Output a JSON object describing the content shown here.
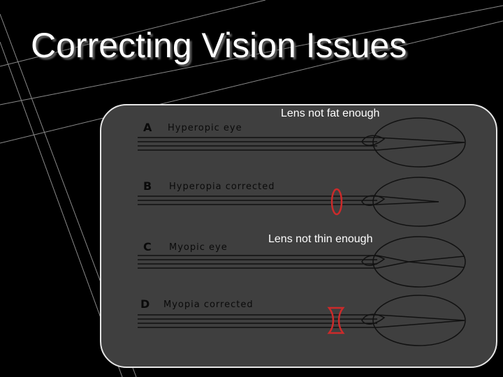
{
  "title": "Correcting Vision Issues",
  "callouts": {
    "fat": "Lens not fat enough",
    "thin": "Lens not thin enough"
  },
  "rows": [
    {
      "letter": "A",
      "label": "Hyperopic eye",
      "lens": "none"
    },
    {
      "letter": "B",
      "label": "Hyperopia corrected",
      "lens": "convex"
    },
    {
      "letter": "C",
      "label": "Myopic eye",
      "lens": "none"
    },
    {
      "letter": "D",
      "label": "Myopia corrected",
      "lens": "concave"
    }
  ],
  "colors": {
    "background": "#000000",
    "panel": "#3f3f3f",
    "lens": "#cc2a2a",
    "text": "#ffffff"
  }
}
